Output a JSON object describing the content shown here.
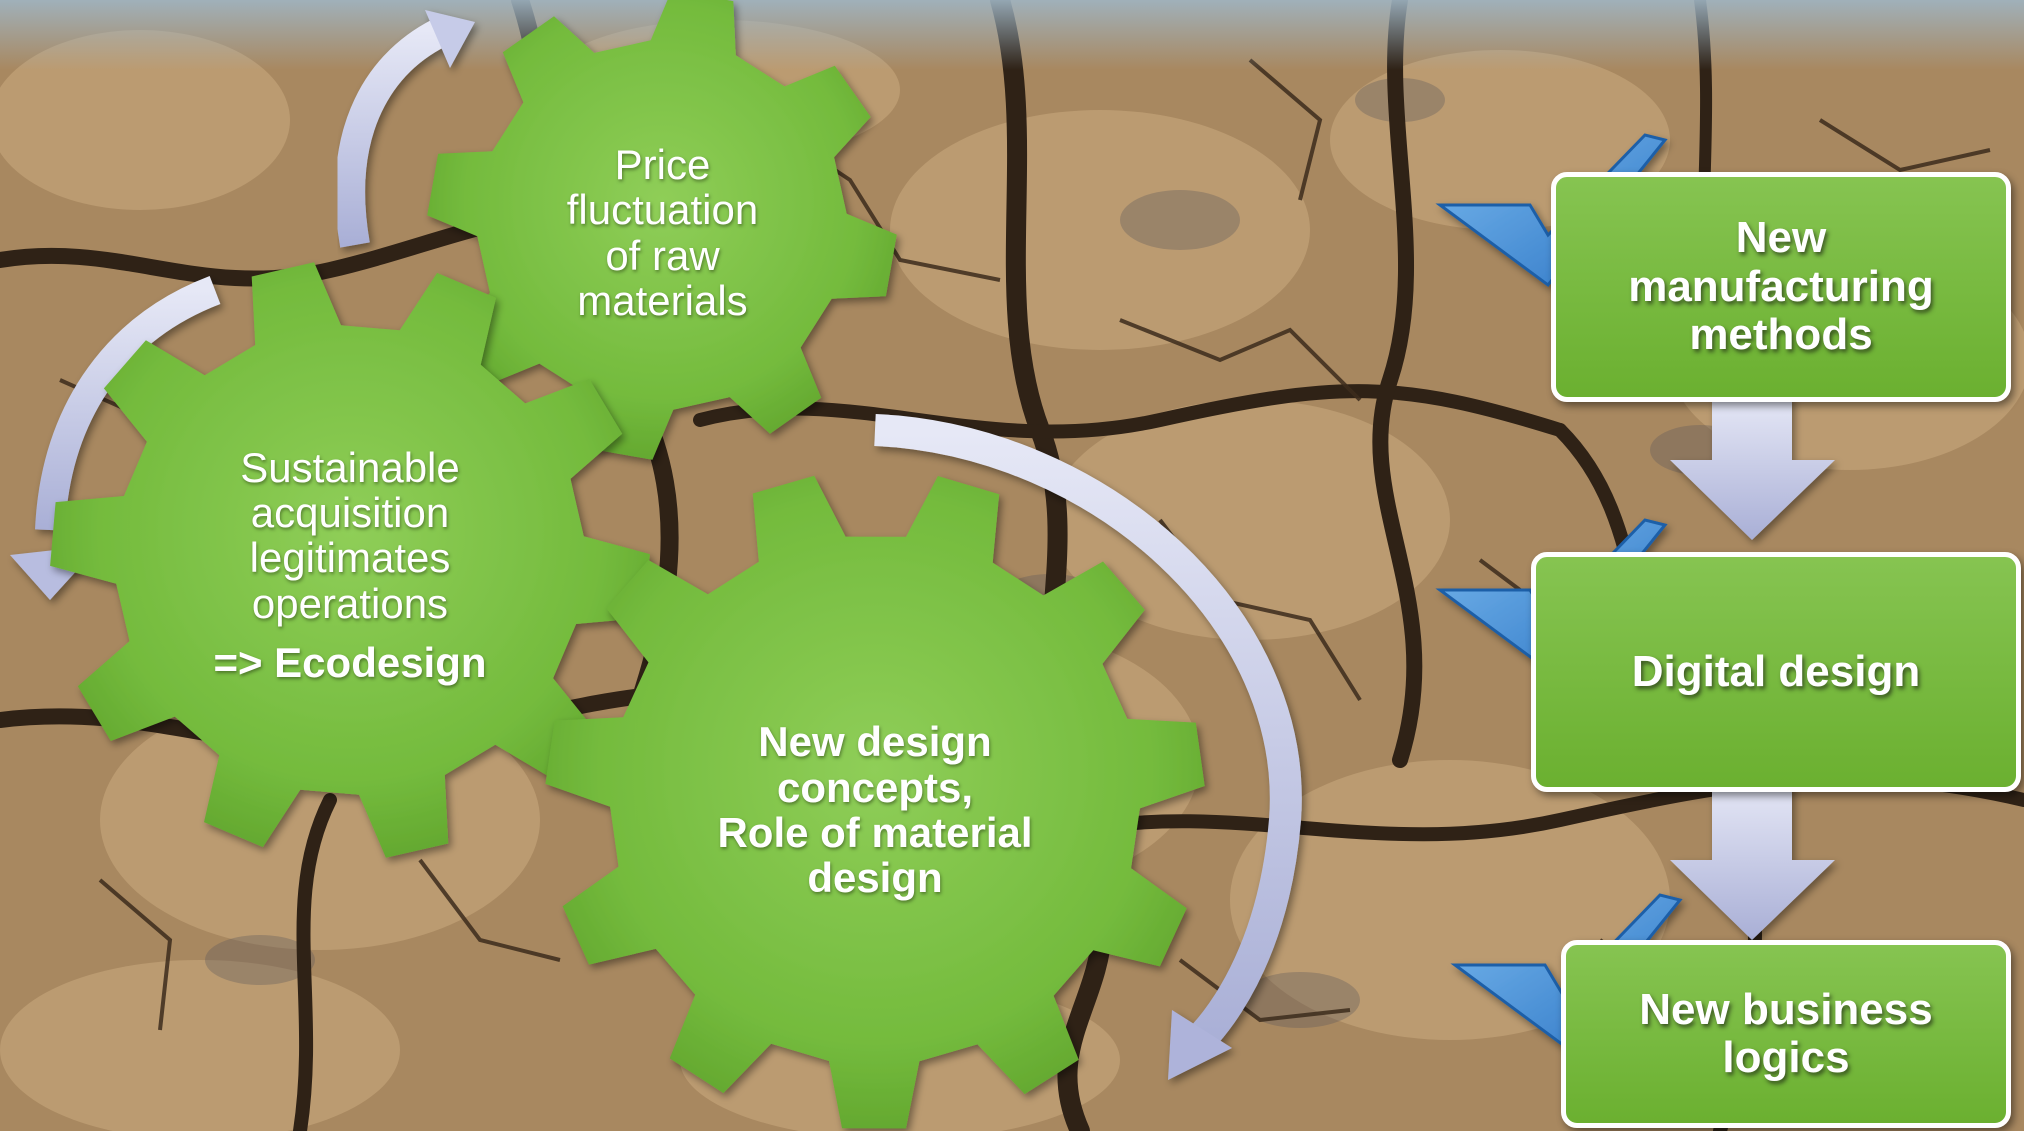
{
  "gears": {
    "price": {
      "lines": [
        "Price",
        "fluctuation",
        "of raw",
        "materials"
      ]
    },
    "sustainable": {
      "lines": [
        "Sustainable",
        "acquisition",
        "legitimates",
        "operations"
      ],
      "emphasis": "=> Ecodesign"
    },
    "design": {
      "lines": [
        "New design",
        "concepts,",
        "Role of material",
        "design"
      ]
    }
  },
  "flow": {
    "steps": [
      {
        "lines": [
          "New",
          "manufacturing",
          "methods"
        ]
      },
      {
        "lines": [
          "Digital design"
        ]
      },
      {
        "lines": [
          "New business",
          "logics"
        ]
      }
    ]
  },
  "colors": {
    "gear_green": "#7cbf46",
    "box_green": "#78bb3c",
    "arrow": "#b8bde0",
    "check": "#3a87d4",
    "soil": "#a98a61"
  }
}
